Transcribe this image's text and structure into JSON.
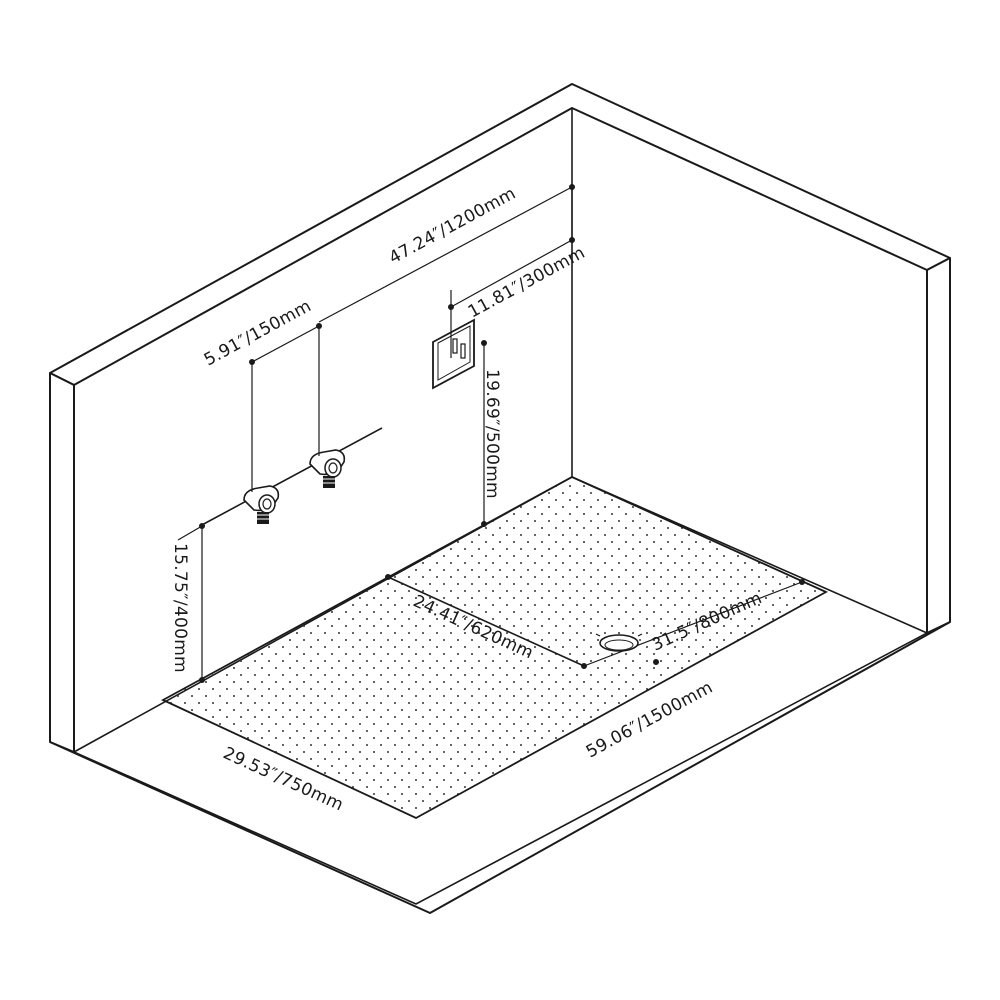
{
  "dimensions": {
    "top_width": "47.24″/1200mm",
    "socket_offset": "11.81″/300mm",
    "valve_spacing": "5.91″/150mm",
    "socket_height": "19.69″/500mm",
    "valve_height": "15.75″/400mm",
    "tray_inner_length": "24.41″/620mm",
    "drain_offset": "31.5″/800mm",
    "tray_length": "59.06″/1500mm",
    "tray_width": "29.53″/750mm"
  },
  "colors": {
    "stroke": "#1a1a1a",
    "background": "#ffffff"
  },
  "icons": [
    "wall-valve-icon",
    "power-socket-icon",
    "floor-drain-icon"
  ]
}
